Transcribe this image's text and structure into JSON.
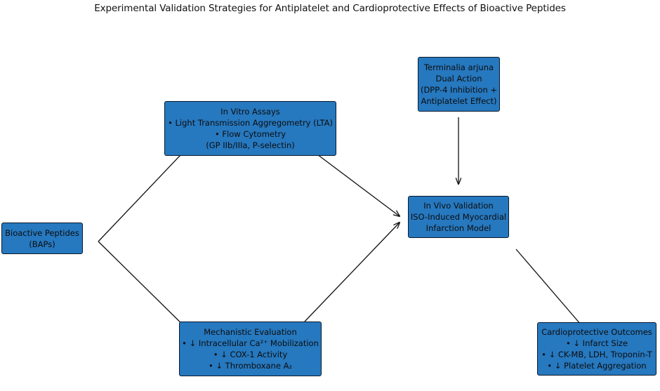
{
  "title": "Experimental Validation Strategies for Antiplatelet and Cardioprotective Effects of Bioactive Peptides",
  "colors": {
    "node_fill": "#2678bf",
    "node_border": "#0b1a2c",
    "edge": "#111111"
  },
  "nodes": {
    "bap": {
      "lines": [
        "Bioactive Peptides",
        "(BAPs)"
      ]
    },
    "in_vitro": {
      "lines": [
        "In Vitro Assays",
        "• Light Transmission Aggregometry (LTA)",
        "• Flow Cytometry",
        "(GP IIb/IIIa, P-selectin)"
      ]
    },
    "mechanistic": {
      "lines": [
        "Mechanistic Evaluation",
        "• ↓ Intracellular Ca²⁺ Mobilization",
        "• ↓ COX-1 Activity",
        "• ↓ Thromboxane A₂"
      ]
    },
    "terminalia": {
      "lines": [
        "Terminalia arjuna",
        "Dual Action",
        "(DPP-4 Inhibition +",
        "Antiplatelet Effect)"
      ]
    },
    "in_vivo": {
      "lines": [
        "In Vivo Validation",
        "ISO-Induced Myocardial",
        "Infarction Model"
      ]
    },
    "outcomes": {
      "lines": [
        "Cardioprotective Outcomes",
        "• ↓ Infarct Size",
        "• ↓ CK-MB, LDH, Troponin-T",
        "• ↓ Platelet Aggregation"
      ]
    }
  },
  "edges": [
    {
      "from": "bap",
      "to": "in_vitro"
    },
    {
      "from": "bap",
      "to": "mechanistic"
    },
    {
      "from": "in_vitro",
      "to": "in_vivo"
    },
    {
      "from": "mechanistic",
      "to": "in_vivo"
    },
    {
      "from": "terminalia",
      "to": "in_vivo"
    },
    {
      "from": "in_vivo",
      "to": "outcomes"
    }
  ]
}
